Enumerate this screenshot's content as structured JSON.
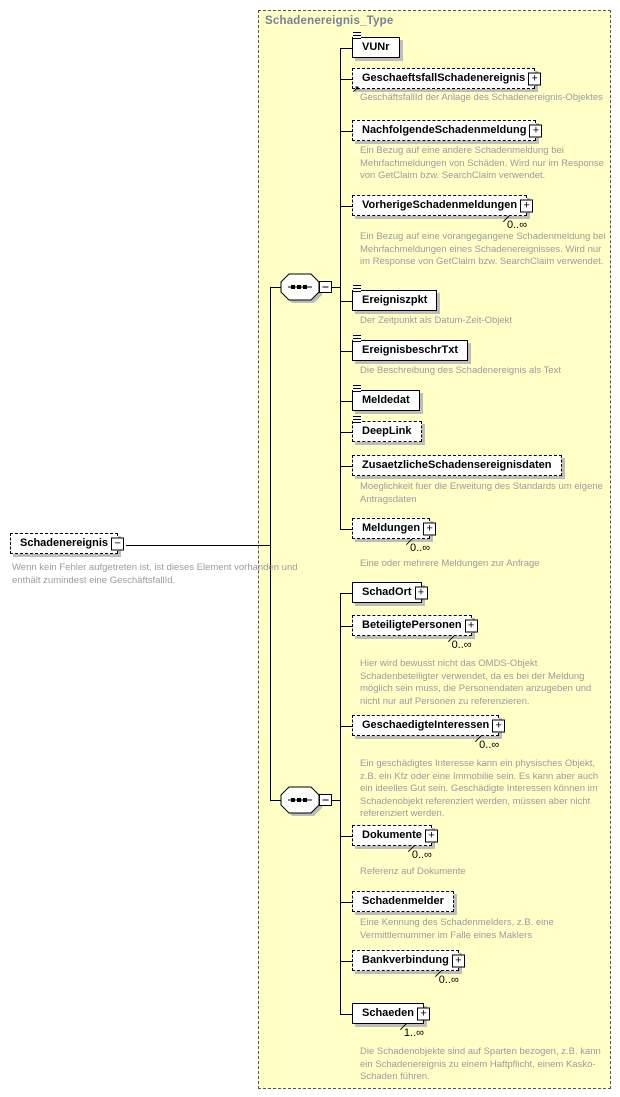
{
  "diagram": {
    "title": "Schadenereignis_Type",
    "icons": {
      "expand_plus": "+",
      "collapse_minus": "−",
      "reference_arrow": "↗",
      "infinity": "∞"
    },
    "colors": {
      "container_bg": "#FFFFC6",
      "container_border": "#56565E",
      "box_bg": "#FFFFFF",
      "box_border": "#000000",
      "box_shadow": "#BDBDBD",
      "annotation_text": "#9B9BA4",
      "title_text": "#76819B",
      "label_text": "#000000"
    },
    "root": {
      "name": "Schadenereignis",
      "optional": true,
      "annotation": "Wenn kein Fehler aufgetreten ist, ist dieses Element vorhanden und enthält zumindest eine GeschäftsfallId."
    },
    "groups": [
      {
        "compositor": "sequence",
        "children": [
          {
            "name": "VUNr",
            "simple_content": true
          },
          {
            "name": "GeschaeftsfallSchadenereignis",
            "optional": true,
            "expandable": true,
            "reference": true,
            "annotation": "GeschäftsfallId der Anlage des Schadenereignis-Objektes"
          },
          {
            "name": "NachfolgendeSchadenmeldung",
            "optional": true,
            "expandable": true,
            "annotation": "Ein Bezug auf eine andere Schadenmeldung bei Mehrfachmeldungen von Schäden. Wird nur im Response von GetClaim bzw. SearchClaim verwendet."
          },
          {
            "name": "VorherigeSchadenmeldungen",
            "optional": true,
            "expandable": true,
            "cardinality": "0..∞",
            "annotation": "Ein Bezug auf eine vorangegangene Schadenmeldung bei Mehrfachmeldungen eines Schadenereignisses. Wird nur im Response von GetClaim bzw. SearchClaim verwendet."
          },
          {
            "name": "Ereigniszpkt",
            "simple_content": true,
            "annotation": "Der Zeitpunkt als Datum-Zeit-Objekt"
          },
          {
            "name": "EreignisbeschrTxt",
            "simple_content": true,
            "annotation": "Die Beschreibung des Schadenereignis als Text"
          },
          {
            "name": "Meldedat",
            "simple_content": true
          },
          {
            "name": "DeepLink",
            "optional": true,
            "simple_content": true
          },
          {
            "name": "ZusaetzlicheSchadensereignisdaten",
            "optional": true,
            "annotation": "Moeglichkeit fuer die Erweitung des Standards um eigene Antragsdaten"
          },
          {
            "name": "Meldungen",
            "optional": true,
            "expandable": true,
            "cardinality": "0..∞",
            "annotation": "Eine oder mehrere Meldungen zur Anfrage"
          }
        ]
      },
      {
        "compositor": "sequence",
        "children": [
          {
            "name": "SchadOrt",
            "expandable": true
          },
          {
            "name": "BeteiligtePersonen",
            "optional": true,
            "expandable": true,
            "cardinality": "0..∞",
            "annotation": "Hier wird bewusst nicht das OMDS-Objekt Schadenbeteiligter verwendet, da es bei der Meldung möglich sein muss, die Personendaten anzugeben und nicht nur auf Personen zu referenzieren."
          },
          {
            "name": "GeschaedigteInteressen",
            "optional": true,
            "expandable": true,
            "cardinality": "0..∞",
            "annotation": "Ein geschädigtes Interesse kann ein physisches Objekt, z.B. ein Kfz oder eine Immobilie sein. Es kann aber auch ein ideelles Gut sein. Geschädigte Interessen können im Schadenobjekt referenziert werden, müssen aber nicht referenziert werden."
          },
          {
            "name": "Dokumente",
            "optional": true,
            "expandable": true,
            "cardinality": "0..∞",
            "annotation": "Referenz auf Dokumente"
          },
          {
            "name": "Schadenmelder",
            "optional": true,
            "annotation": "Eine Kennung des Schadenmelders, z.B. eine Vermittlernummer im Falle eines Maklers"
          },
          {
            "name": "Bankverbindung",
            "optional": true,
            "expandable": true,
            "cardinality": "0..∞"
          },
          {
            "name": "Schaeden",
            "expandable": true,
            "cardinality": "1..∞",
            "annotation": "Die Schadenobjekte sind auf Sparten bezogen, z.B. kann ein Schadenereignis zu einem Haftpflicht, einem Kasko-Schaden führen."
          }
        ]
      }
    ]
  }
}
